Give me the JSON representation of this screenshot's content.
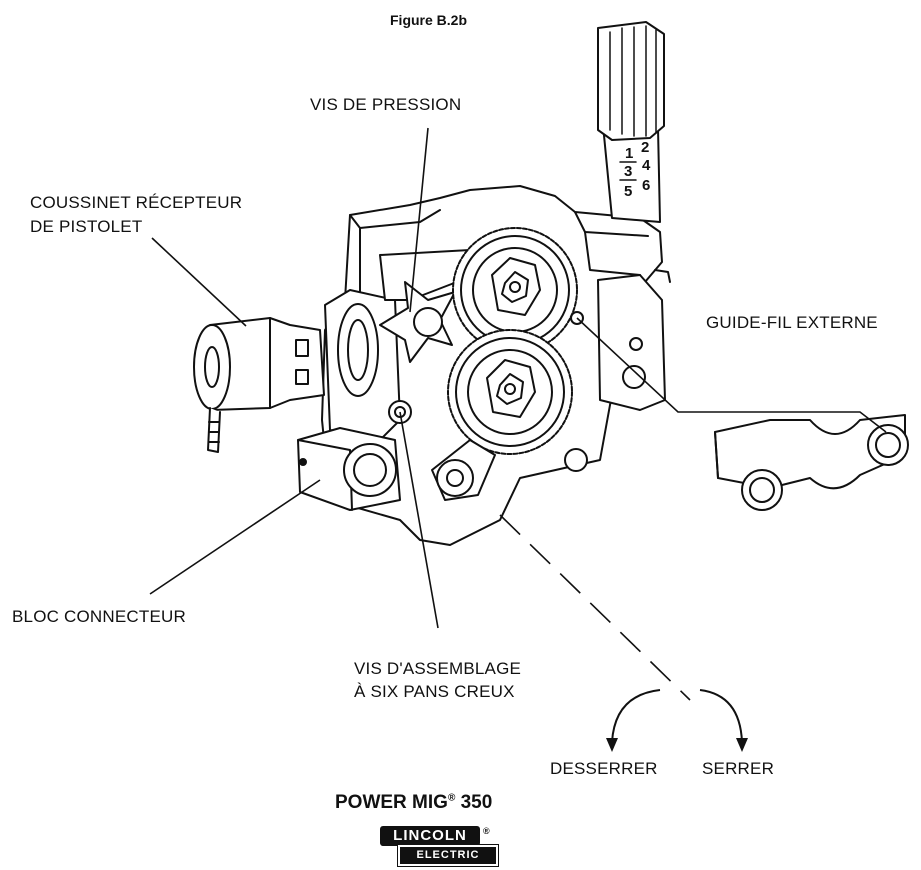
{
  "figure": {
    "title": "Figure B.2b"
  },
  "labels": {
    "pressure_screw": "VIS DE PRESSION",
    "gun_receiver_bushing_line1": "COUSSINET RÉCEPTEUR",
    "gun_receiver_bushing_line2": "DE PISTOLET",
    "outer_wire_guide": "GUIDE-FIL EXTERNE",
    "connector_block": "BLOC CONNECTEUR",
    "socket_head_screw_line1": "VIS D'ASSEMBLAGE",
    "socket_head_screw_line2": "À SIX PANS CREUX",
    "loosen": "DESSERRER",
    "tighten": "SERRER"
  },
  "knob_scale": {
    "n1": "1",
    "n2": "2",
    "n3": "3",
    "n4": "4",
    "n5": "5",
    "n6": "6"
  },
  "footer": {
    "product": "POWER MIG",
    "registered": "®",
    "model": " 350",
    "logo_top": "LINCOLN",
    "logo_reg": "®",
    "logo_bottom": "ELECTRIC"
  }
}
